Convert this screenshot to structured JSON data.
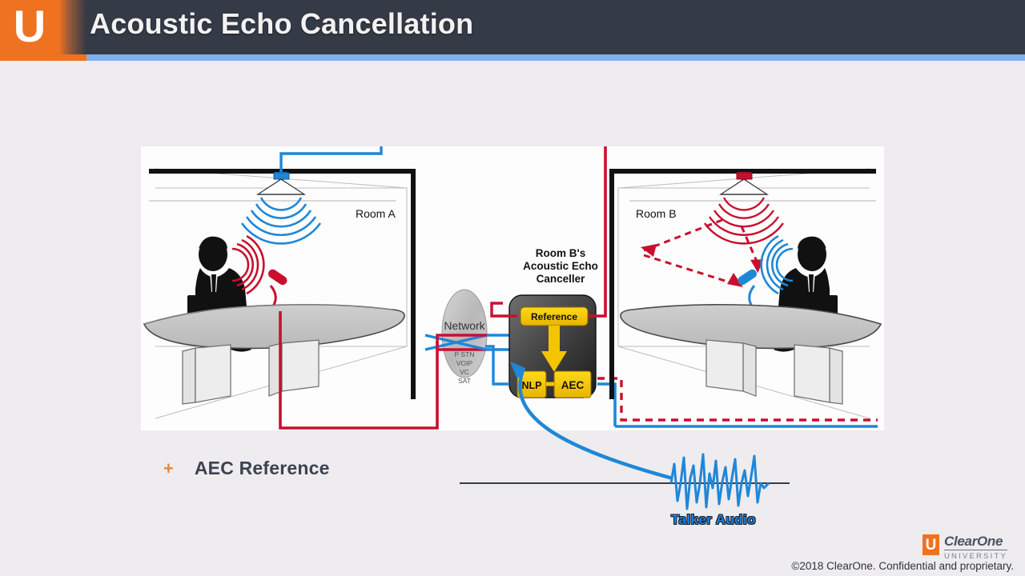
{
  "header": {
    "logo_letter": "U",
    "title": "Acoustic Echo Cancellation",
    "bar_color": "#7fb1ec",
    "bg_color": "#343a46",
    "accent_color": "#ef7220"
  },
  "diagram": {
    "room_a_label": "Room A",
    "room_b_label": "Room B",
    "network": {
      "title": "Network",
      "services": [
        "P STN",
        "VOIP",
        "VC",
        "SAT"
      ]
    },
    "aec": {
      "caption_line1": "Room B's",
      "caption_line2": "Acoustic Echo",
      "caption_line3": "Canceller",
      "reference_label": "Reference",
      "nlp_label": "NLP",
      "aec_label": "AEC",
      "block_color": "#f5c400"
    },
    "colors": {
      "talker_path": "#c8102e",
      "reference_path": "#1f87d8",
      "echo_path": "#c8102e"
    }
  },
  "bullet": {
    "marker": "+",
    "text": "AEC Reference",
    "marker_color": "#e08a43"
  },
  "waveform": {
    "label": "Talker Audio",
    "color": "#1f7fd6"
  },
  "footer": {
    "logo_letter": "U",
    "brand": "ClearOne",
    "brand_sub": "UNIVERSITY",
    "copyright": "©2018 ClearOne. Confidential and proprietary."
  }
}
